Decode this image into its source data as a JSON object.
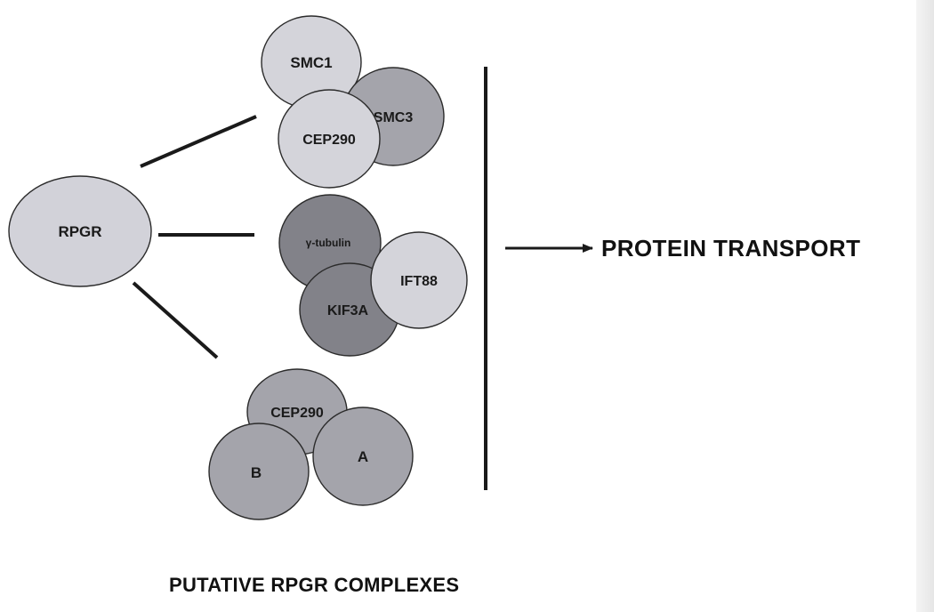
{
  "title": "PUTATIVE RPGR COMPLEXES",
  "output": "PROTEIN TRANSPORT",
  "root": {
    "label": "RPGR"
  },
  "complexes": [
    {
      "members": [
        {
          "label": "SMC1"
        },
        {
          "label": "SMC3"
        },
        {
          "label": "CEP290"
        }
      ]
    },
    {
      "members": [
        {
          "label": "γ-tubulin"
        },
        {
          "label": "IFT88"
        },
        {
          "label": "KIF3A"
        }
      ]
    },
    {
      "members": [
        {
          "label": "CEP290"
        },
        {
          "label": "B"
        },
        {
          "label": "A"
        }
      ]
    }
  ],
  "colors": {
    "light": "#d4d4da",
    "medium": "#a4a4ab",
    "dark": "#828289",
    "root": "#d2d2d9",
    "line": "#1a1a1a"
  }
}
